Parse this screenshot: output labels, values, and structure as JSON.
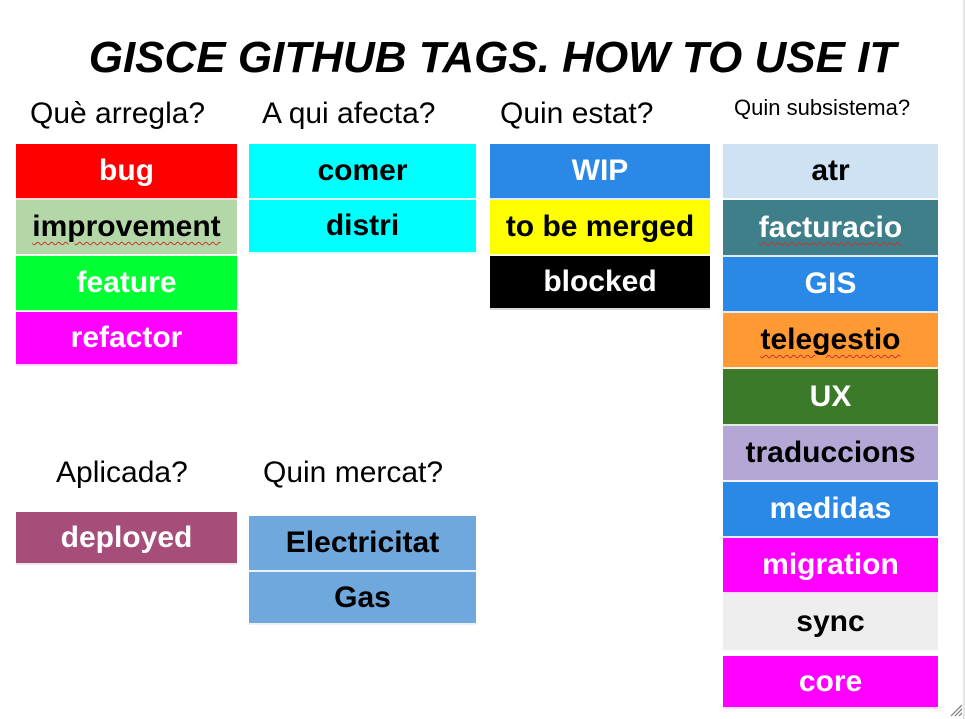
{
  "title": "GISCE GITHUB TAGS. HOW TO USE IT",
  "headings": {
    "que_arregla": "Què arregla?",
    "a_qui_afecta": "A qui afecta?",
    "quin_estat": "Quin estat?",
    "quin_subsistema": "Quin subsistema?",
    "aplicada": "Aplicada?",
    "quin_mercat": "Quin mercat?"
  },
  "groups": {
    "que_arregla": [
      {
        "label": "bug",
        "bg": "#ff0000",
        "fg": "#ffffff"
      },
      {
        "label": "improvement",
        "bg": "#b4d7a8",
        "fg": "#000000"
      },
      {
        "label": "feature",
        "bg": "#00ff33",
        "fg": "#ffffff"
      },
      {
        "label": "refactor",
        "bg": "#ff00ff",
        "fg": "#ffffff"
      }
    ],
    "a_qui_afecta": [
      {
        "label": "comer",
        "bg": "#00ffff",
        "fg": "#000000"
      },
      {
        "label": "distri",
        "bg": "#00ffff",
        "fg": "#000000"
      }
    ],
    "quin_estat": [
      {
        "label": "WIP",
        "bg": "#2a88e6",
        "fg": "#ffffff"
      },
      {
        "label": "to be merged",
        "bg": "#ffff00",
        "fg": "#000000"
      },
      {
        "label": "blocked",
        "bg": "#000000",
        "fg": "#ffffff"
      }
    ],
    "quin_subsistema": [
      {
        "label": "atr",
        "bg": "#cfe2f3",
        "fg": "#000000"
      },
      {
        "label": "facturacio",
        "bg": "#3e7f8a",
        "fg": "#ffffff"
      },
      {
        "label": "GIS",
        "bg": "#2a88e6",
        "fg": "#ffffff"
      },
      {
        "label": "telegestio",
        "bg": "#ff9933",
        "fg": "#000000"
      },
      {
        "label": "UX",
        "bg": "#3a7a28",
        "fg": "#ffffff"
      },
      {
        "label": "traduccions",
        "bg": "#b4a7d6",
        "fg": "#000000"
      },
      {
        "label": "medidas",
        "bg": "#2a88e6",
        "fg": "#ffffff"
      },
      {
        "label": "migration",
        "bg": "#ff00ff",
        "fg": "#ffffff"
      },
      {
        "label": "sync",
        "bg": "#eeeeee",
        "fg": "#000000"
      },
      {
        "label": "core",
        "bg": "#ff00ff",
        "fg": "#ffffff"
      }
    ],
    "aplicada": [
      {
        "label": "deployed",
        "bg": "#a64d79",
        "fg": "#ffffff"
      }
    ],
    "quin_mercat": [
      {
        "label": "Electricitat",
        "bg": "#6fa8dc",
        "fg": "#000000"
      },
      {
        "label": "Gas",
        "bg": "#6fa8dc",
        "fg": "#000000"
      }
    ]
  }
}
